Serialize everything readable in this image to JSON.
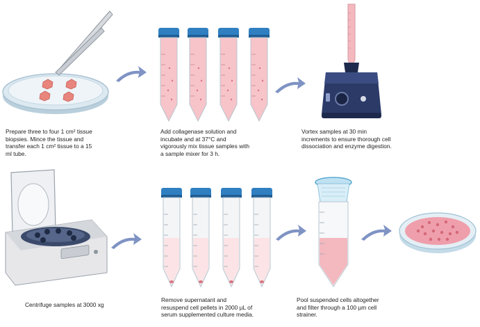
{
  "steps": [
    {
      "caption": "Prepare three to four 1 cm² tissue\nbiopsies. Mince the tissue and\ntransfer each 1 cm² tissue to a 15\nml tube."
    },
    {
      "caption": "Add collagenase solution and\nincubate and  at 37°C and\nvigorously mix tissue samples with\na sample mixer for 3 h."
    },
    {
      "caption": "Vortex samples at 30 min\nincrements to ensure thorough cell\ndissociation and enzyme digestion."
    },
    {
      "caption": "Centrifuge samples at 3000 xg"
    },
    {
      "caption": "Remove supernatant and\nresuspend cell pellets in 2000 µL of\nserum supplemented culture media."
    },
    {
      "caption": "Pool suspended cells  altogether\nand filter through a 100 µm cell\nstrainer."
    }
  ],
  "colors": {
    "tube_cap": "#2f7fc1",
    "liquid_pink": "#f4b8bf",
    "arrow": "#7f93c4",
    "dish_rim": "#c9dbe6",
    "tissue": "#e8857c",
    "vortex_body": "#2b3a67",
    "centrifuge_body": "#e7e7ea"
  },
  "icons": [
    "petri-dish-icon",
    "forceps-icon",
    "tube-rack-icon",
    "vortex-mixer-icon",
    "centrifuge-icon",
    "cell-strainer-tube-icon",
    "culture-dish-icon",
    "arrow-icon"
  ]
}
